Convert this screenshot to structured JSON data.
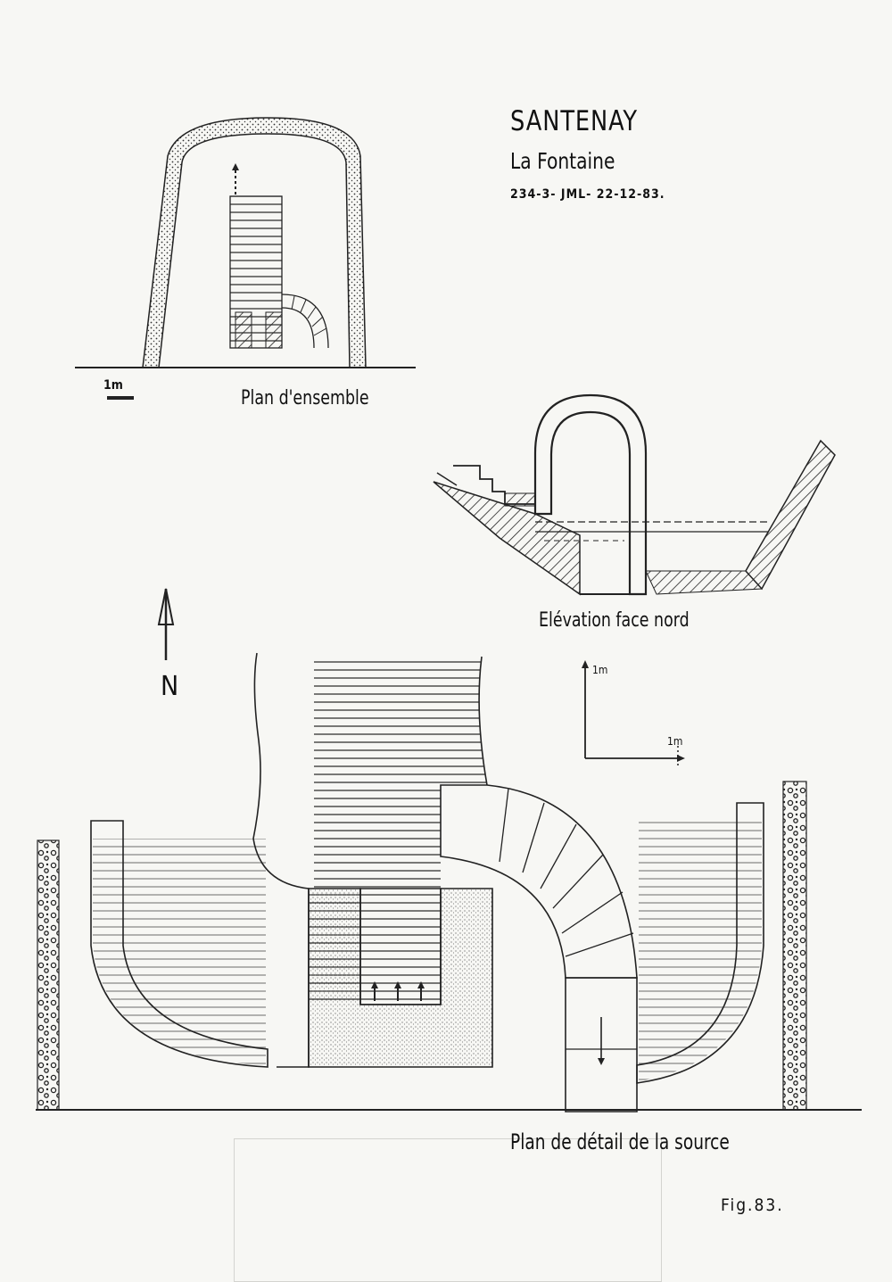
{
  "header": {
    "site": "SANTENAY",
    "place": "La Fontaine",
    "reference": "234-3-    JML- 22-12-83."
  },
  "views": {
    "plan_ensemble": "Plan d'ensemble",
    "elevation": "Elévation face nord",
    "plan_detail": "Plan de détail de la source"
  },
  "scales": {
    "plan_ensemble": "1m",
    "elevation_vertical": "1m",
    "elevation_horizontal": "1m"
  },
  "north_label": "N",
  "figure_label": "Fig.83."
}
